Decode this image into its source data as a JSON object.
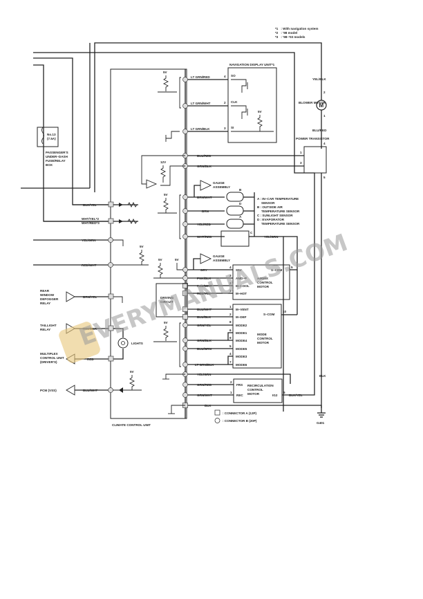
{
  "notes": [
    {
      "mark": "*1",
      "text": ": With navigation system"
    },
    {
      "mark": "*2",
      "text": ": '98 model"
    },
    {
      "mark": "*3",
      "text": ": '98–'03 models"
    }
  ],
  "components": {
    "climate_control_unit": "CLIMATE CONTROL UNIT",
    "navigation_unit": "NAVIGATION DISPLAY UNIT*1",
    "blower_motor": "BLOWER MOTOR",
    "power_transistor": "POWER TRANSISTOR",
    "fuse_box": {
      "fuse": "No.13",
      "rating": "(7.5A)",
      "label_lines": [
        "PASSENGER'S",
        "UNDER–DASH",
        "FUSE/RELAY",
        "BOX"
      ]
    },
    "gauge_assembly_1": [
      "GAUGE",
      "ASSEMBLY"
    ],
    "gauge_assembly_2": [
      "GAUGE",
      "ASSEMBLY"
    ],
    "driving_circuit": [
      "DRIVING",
      "CIRCUIT"
    ],
    "airmix_motor": [
      "AIRMIX",
      "CONTROL",
      "MOTOR"
    ],
    "mode_motor": [
      "MODE",
      "CONTROL",
      "MOTOR"
    ],
    "recirc_motor": [
      "RECIRCULATION",
      "CONTROL",
      "MOTOR"
    ],
    "lights": "LIGHTS",
    "ground": "G401",
    "rear_defogger": [
      "REAR",
      "WINDOW",
      "DEFOGGER",
      "RELAY"
    ],
    "taillight_relay": [
      "TAILLIGHT",
      "RELAY"
    ],
    "multiplex": [
      "MULTIPLEX",
      "CONTROL UNIT",
      "(DRIVER'S)"
    ],
    "pcm": "PCM (VSS)"
  },
  "sensors_legend": [
    {
      "key": "A",
      "lines": [
        ": IN–CAR TEMPERATURE",
        "SENSOR"
      ]
    },
    {
      "key": "B",
      "lines": [
        ": OUTSIDE AIR",
        "TEMPERATURE SENSOR"
      ]
    },
    {
      "key": "C",
      "lines": [
        ": SUNLIGHT SENSOR"
      ]
    },
    {
      "key": "D",
      "lines": [
        ": EVAPORATOR",
        "TEMPERATURE SENSOR"
      ]
    }
  ],
  "voltages": {
    "v5": "5V",
    "v12": "12V"
  },
  "wires": {
    "nav": [
      {
        "color": "LT GRN/RED",
        "pin": "12",
        "nav_pin": "4",
        "signal": "SO"
      },
      {
        "color": "LT GRN/WHT",
        "pin": "8",
        "nav_pin": "2",
        "signal": "CLK"
      },
      {
        "color": "LT GRN/BLK",
        "pin": "14",
        "nav_pin": "3",
        "signal": "SI"
      }
    ],
    "blower": [
      "BLU/RED",
      "GRN/BLK"
    ],
    "blower_top": "YEL/BLK",
    "blower_bottom": "BLU/RED",
    "sensors": [
      {
        "color": "BRN/WHT",
        "pin": "4",
        "sensor": "B",
        "p1": "1",
        "p2": "2"
      },
      {
        "color": "BRN",
        "pin": "13",
        "sensor": "D",
        "p1": "2",
        "p2": "1"
      },
      {
        "color": "YEL/RED",
        "pin": "5",
        "sensor": "A",
        "p1": "2",
        "p2": "1"
      },
      {
        "color": "WHT/RED",
        "pin": "2",
        "sensor": "C",
        "p1": "1",
        "p2": "2"
      }
    ],
    "sensor_common": "YEL/GRN",
    "left": [
      {
        "color": "BLK/YEL",
        "pin": "11"
      },
      {
        "color": "WHT/YEL*2",
        "color2": "WHT/RED*3",
        "pin": "10"
      },
      {
        "color": "YEL/GRN",
        "pin": "17"
      },
      {
        "color": "RED/WHT",
        "pin": "6"
      },
      {
        "color": "BRN/YEL",
        "pin": "4"
      },
      {
        "color": "RED/BLK",
        "pin": "15"
      },
      {
        "color": "RED",
        "pin": "12"
      },
      {
        "color": "BLU/WHT",
        "pin": "16"
      }
    ],
    "airmix": [
      {
        "color": "GRY",
        "pin": "6",
        "mpin": "4",
        "signal": "S5V"
      },
      {
        "color": "PNK/BLK",
        "pin": "7",
        "mpin": "3",
        "signal": "AMD–P"
      },
      {
        "color": "RED/WHT",
        "pin": "1",
        "mpin": "2",
        "signal": "M–COOL"
      },
      {
        "color": "RED/YEL",
        "pin": "2",
        "mpin": "1",
        "signal": "M–HOT"
      }
    ],
    "airmix_com": {
      "signal": "S–COM",
      "pin": "5"
    },
    "mode": [
      {
        "color": "BLU/WHT",
        "pin": "3",
        "mpin": "1",
        "signal": "M–VENT"
      },
      {
        "color": "BLU/BLK",
        "pin": "1",
        "mpin": "2",
        "signal": "M–DEF"
      },
      {
        "color": "GRN/YEL",
        "pin": "19",
        "mpin": "8",
        "signal": "MODE2"
      },
      {
        "color": "",
        "pin": "",
        "mpin": "6",
        "signal": "MODE1"
      },
      {
        "color": "GRN/BLK",
        "pin": "17",
        "mpin": "9",
        "signal": "MODE4"
      },
      {
        "color": "BLU/GRN",
        "pin": "20",
        "mpin": "5",
        "signal": "MODE5"
      },
      {
        "color": "",
        "pin": "",
        "mpin": "4",
        "signal": "MODE3"
      },
      {
        "color": "LT GRN/BLK",
        "pin": "18",
        "mpin": "7",
        "signal": "MODE6"
      }
    ],
    "mode_com": {
      "signal": "S–COM",
      "pin": "10"
    },
    "recirc": [
      {
        "color": "YEL/GRN",
        "pin": "15"
      },
      {
        "color": "GRN/RED",
        "pin": "16",
        "mpin": "2",
        "signal": "FRS"
      },
      {
        "color": "GRN/WHT",
        "pin": "9",
        "mpin": "1",
        "signal": "REC"
      }
    ],
    "recirc_out": {
      "signal": "IG2",
      "pin": "5",
      "color": "BLK/YEL"
    },
    "ground_wire": {
      "color": "BLK",
      "pin": "3"
    },
    "right_blk": "BLK"
  },
  "legend": {
    "square": ": CONNECTOR A (12P)",
    "circle": ": CONNECTOR B (20P)"
  },
  "watermark": "EVERYMANUALS.COM"
}
